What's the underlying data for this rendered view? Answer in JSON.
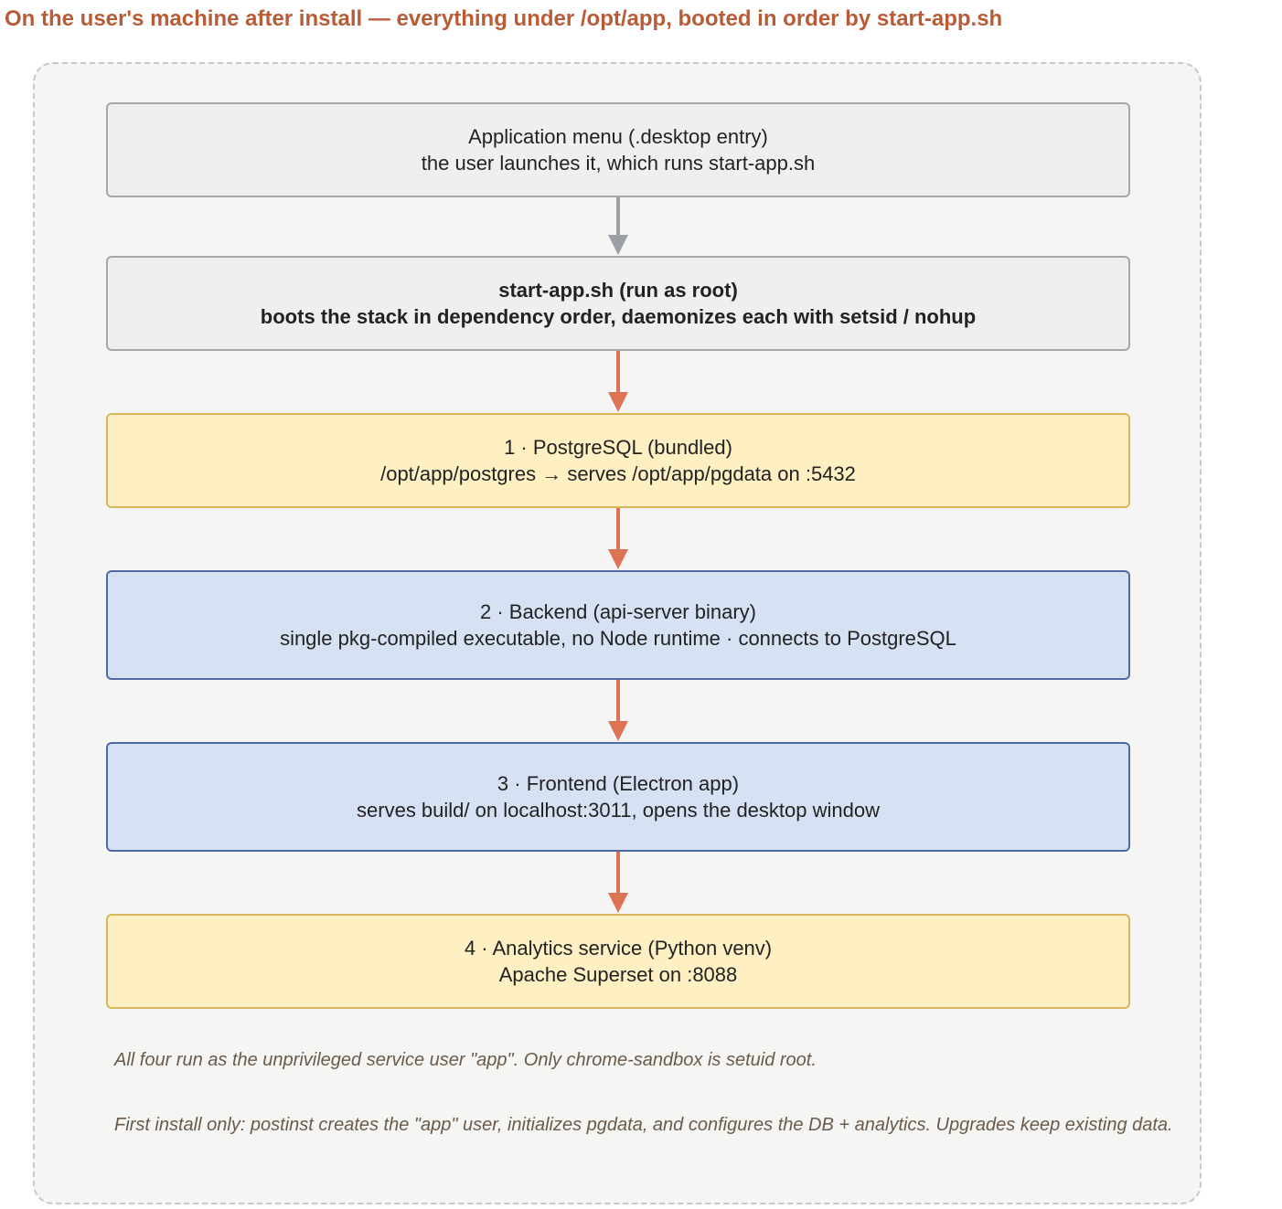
{
  "title": "On the user's machine after install — everything under /opt/app, booted in order by start-app.sh",
  "colors": {
    "title": "#b85c38",
    "gray_box_fill": "#efefef",
    "yellow_box_fill": "#fef0c2",
    "blue_box_fill": "#d6e1f3",
    "gray_arrow": "#9aa0a6",
    "orange_arrow": "#dd7354"
  },
  "steps": [
    {
      "line1": "Application menu (.desktop entry)",
      "line2": "the user launches it, which runs start-app.sh"
    },
    {
      "line1": "start-app.sh (run as root)",
      "line2": "boots the stack in dependency order, daemonizes each with setsid / nohup"
    },
    {
      "line1": "1 · PostgreSQL (bundled)",
      "line2": "/opt/app/postgres → serves /opt/app/pgdata on :5432"
    },
    {
      "line1": "2 · Backend (api-server binary)",
      "line2": "single pkg-compiled executable, no Node runtime · connects to PostgreSQL"
    },
    {
      "line1": "3 · Frontend (Electron app)",
      "line2": "serves build/ on localhost:3011, opens the desktop window"
    },
    {
      "line1": "4 · Analytics service (Python venv)",
      "line2": "Apache Superset on :8088"
    }
  ],
  "notes": [
    "All four run as the unprivileged service user \"app\". Only chrome-sandbox is setuid root.",
    "First install only: postinst creates the \"app\" user, initializes pgdata, and configures the DB + analytics. Upgrades keep existing data."
  ]
}
